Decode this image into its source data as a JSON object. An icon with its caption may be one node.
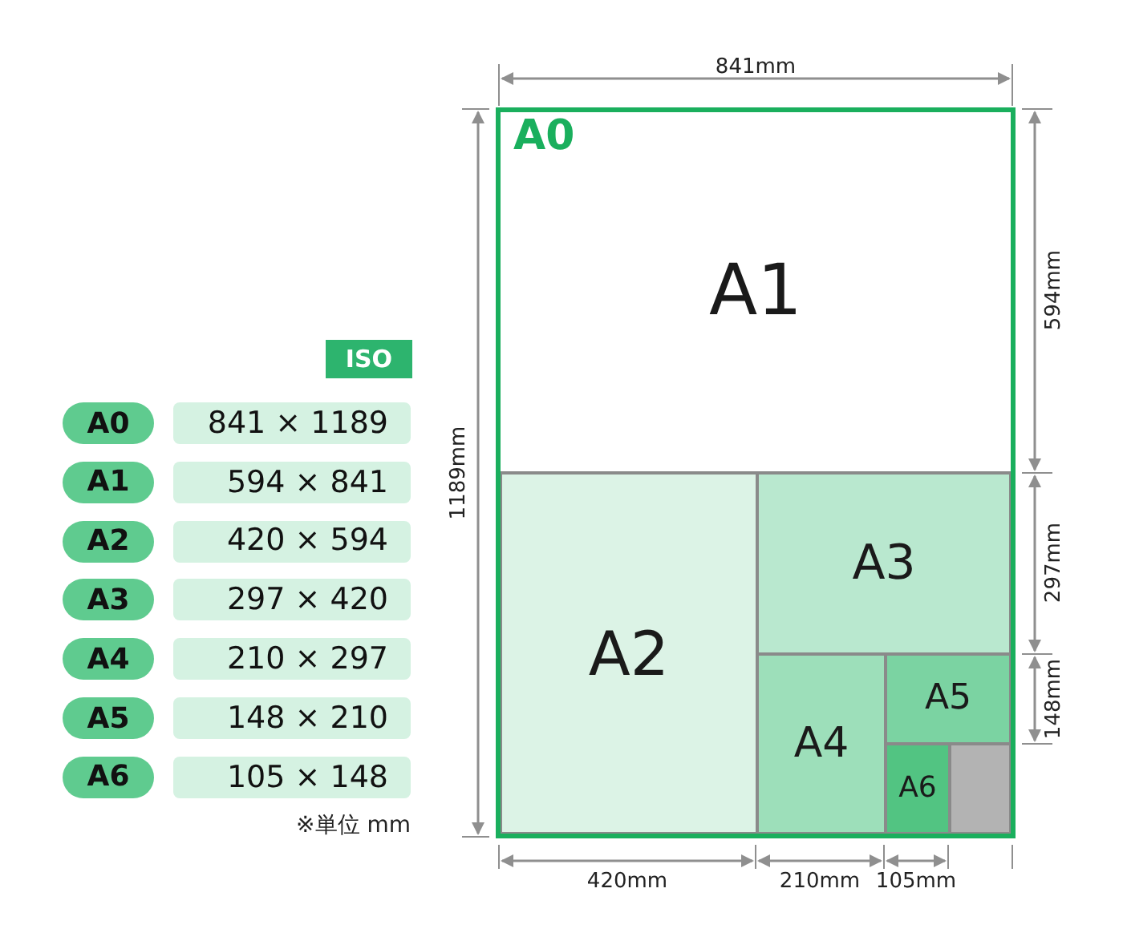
{
  "diagram": {
    "nodes": [
      {
        "text": [
          "A0"
        ]
      },
      {
        "text": [
          "A1"
        ],
        "in": 0
      },
      {
        "text": [
          "A2"
        ],
        "in": 0
      },
      {
        "text": [
          "A3"
        ],
        "in": 0
      },
      {
        "text": [
          "A4"
        ],
        "in": 0
      },
      {
        "text": [
          "A5"
        ],
        "in": 0
      },
      {
        "text": [
          "A6"
        ],
        "in": 0
      },
      {
        "text": [],
        "shape": "box",
        "in": 0
      }
    ],
    "labels": [
      "841mm",
      "ISO",
      "A0",
      "841 × 1189",
      "A1",
      "594 × 841",
      "A2",
      "420 × 594",
      "A3",
      "297 × 420",
      "A4",
      "210 × 297",
      "A5",
      "148 × 210",
      "A6",
      "105 × 148",
      "※単位 mm",
      "1189mm",
      "594mm",
      "297mm",
      "148mm",
      "420mm",
      "210mm",
      "105mm"
    ]
  }
}
